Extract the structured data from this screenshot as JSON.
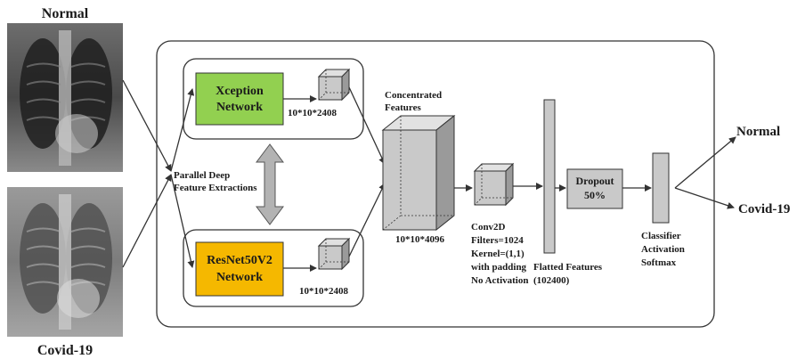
{
  "inputs": {
    "normal_title": "Normal",
    "covid_title": "Covid-19"
  },
  "extractors": {
    "xception": {
      "line1": "Xception",
      "line2": "Network",
      "shape": "10*10*2408",
      "fill": "#92d050"
    },
    "resnet": {
      "line1": "ResNet50V2",
      "line2": "Network",
      "shape": "10*10*2408",
      "fill": "#f5b800"
    },
    "parallel_label": {
      "line1": "Parallel Deep",
      "line2": "Feature Extractions"
    }
  },
  "concat": {
    "line1": "Concentrated",
    "line2": "Features",
    "shape": "10*10*4096"
  },
  "conv": {
    "lines": [
      "Conv2D",
      "Filters=1024",
      "Kernel=(1,1)",
      "with padding",
      "No Activation"
    ]
  },
  "flatten": {
    "line1": "Flatted Features",
    "line2": "(102400)"
  },
  "dropout": {
    "line1": "Dropout",
    "line2": "50%"
  },
  "classifier": {
    "line1": "Classifier",
    "line2": "Activation",
    "line3": "Softmax"
  },
  "outputs": {
    "normal": "Normal",
    "covid": "Covid-19"
  },
  "colors": {
    "block": "#c9c9c9",
    "block_dark": "#9a9a9a",
    "line": "#333333"
  }
}
